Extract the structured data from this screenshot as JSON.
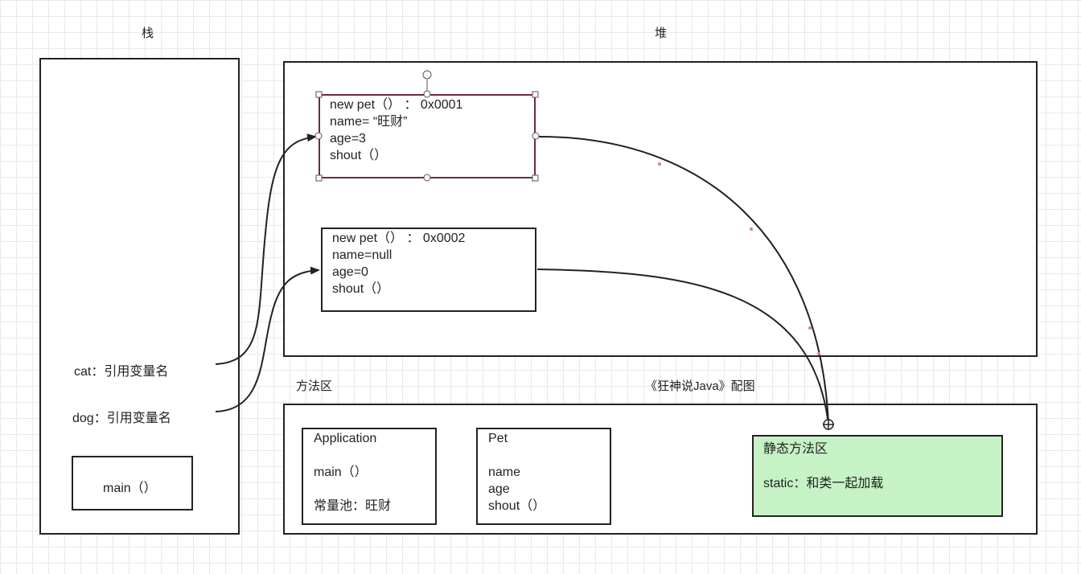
{
  "regions": {
    "stack_title": "栈",
    "heap_title": "堆",
    "method_area_title": "方法区",
    "caption": "《狂神说Java》配图"
  },
  "stack": {
    "cat": "cat：引用变量名",
    "dog": "dog：引用变量名",
    "main": "main（）"
  },
  "heap": {
    "obj1": [
      "new pet（）   ：  0x0001",
      "name= “旺财”",
      "age=3",
      "shout（）"
    ],
    "obj2": [
      "new pet（）   ：  0x0002",
      "name=null",
      "age=0",
      "shout（）"
    ]
  },
  "method_area": {
    "application": {
      "title": "Application",
      "lines": [
        "main（）",
        "常量池：旺财"
      ]
    },
    "pet": {
      "title": "Pet",
      "lines": [
        "name",
        "age",
        "shout（）"
      ]
    },
    "static": {
      "title": "静态方法区",
      "text": "static：和类一起加载"
    }
  },
  "colors": {
    "static_fill": "#c6f2c6",
    "selected_border": "#6b2c3c"
  }
}
